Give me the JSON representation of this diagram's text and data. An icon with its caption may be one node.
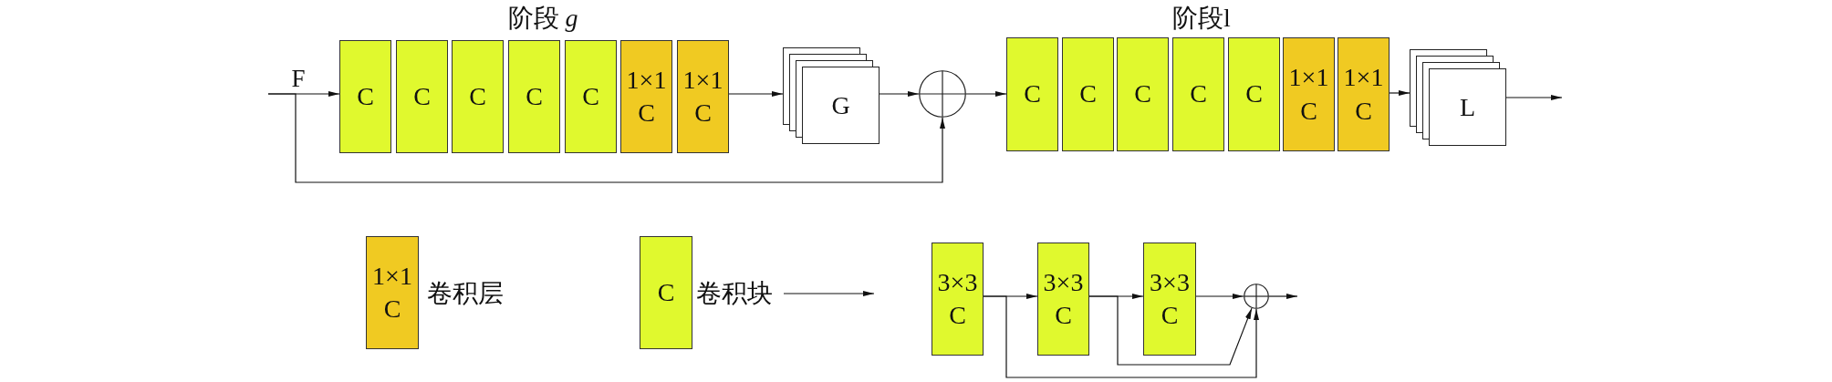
{
  "diagram": {
    "nodes": [
      {
        "text": [
          "C"
        ]
      },
      {
        "text": [
          "C"
        ]
      },
      {
        "text": [
          "C"
        ]
      },
      {
        "text": [
          "C"
        ]
      },
      {
        "text": [
          "C"
        ]
      },
      {
        "text": [
          "1×1 C"
        ]
      },
      {
        "text": [
          "1×1 C"
        ]
      },
      {
        "text": [
          "G"
        ]
      },
      {
        "text": [],
        "shape": "circle"
      },
      {
        "text": [
          "C"
        ]
      },
      {
        "text": [
          "C"
        ]
      },
      {
        "text": [
          "C"
        ]
      },
      {
        "text": [
          "C"
        ]
      },
      {
        "text": [
          "C"
        ]
      },
      {
        "text": [
          "1×1 C"
        ]
      },
      {
        "text": [
          "1×1 C"
        ]
      },
      {
        "text": [
          "L"
        ]
      },
      {
        "text": [
          "1×1 C"
        ],
        "beside": [
          "卷积层"
        ]
      },
      {
        "text": [
          "C"
        ]
      },
      {
        "text": [
          "卷积块"
        ]
      },
      {
        "text": [
          "3×3 C"
        ]
      },
      {
        "text": [
          "3×3 C"
        ]
      },
      {
        "text": [
          "3×3 C"
        ]
      },
      {
        "text": [],
        "shape": "circle"
      }
    ],
    "edges": [
      {
        "from": null,
        "to": 0,
        "arrow": "to",
        "label": "F"
      },
      {
        "from": null,
        "to": 8,
        "arrow": "to"
      },
      {
        "from": 6,
        "to": 7,
        "arrow": "to"
      },
      {
        "from": 7,
        "to": 8,
        "arrow": "to"
      },
      {
        "from": 8,
        "to": 9,
        "arrow": "to"
      },
      {
        "from": 15,
        "to": 16,
        "arrow": "to"
      },
      {
        "from": 16,
        "to": null,
        "arrow": "to"
      },
      {
        "from": 19,
        "to": null,
        "arrow": "to"
      },
      {
        "from": 20,
        "to": 21,
        "arrow": "to"
      },
      {
        "from": 21,
        "to": 22,
        "arrow": "to"
      },
      {
        "from": 22,
        "to": 23,
        "arrow": "to"
      },
      {
        "from": 20,
        "to": 23,
        "arrow": "to"
      },
      {
        "from": 21,
        "to": 23,
        "arrow": "to"
      },
      {
        "from": 23,
        "to": null,
        "arrow": "to"
      }
    ],
    "labels": [
      "阶段 *g*",
      "阶段l"
    ]
  }
}
